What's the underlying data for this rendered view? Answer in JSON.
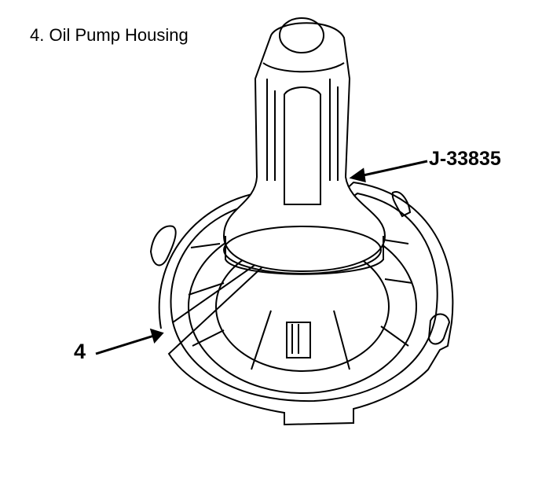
{
  "figure": {
    "caption": "4.  Oil Pump Housing",
    "tool_label": "J-33835",
    "part_label": "4",
    "line_color": "#000000",
    "background": "#ffffff"
  }
}
